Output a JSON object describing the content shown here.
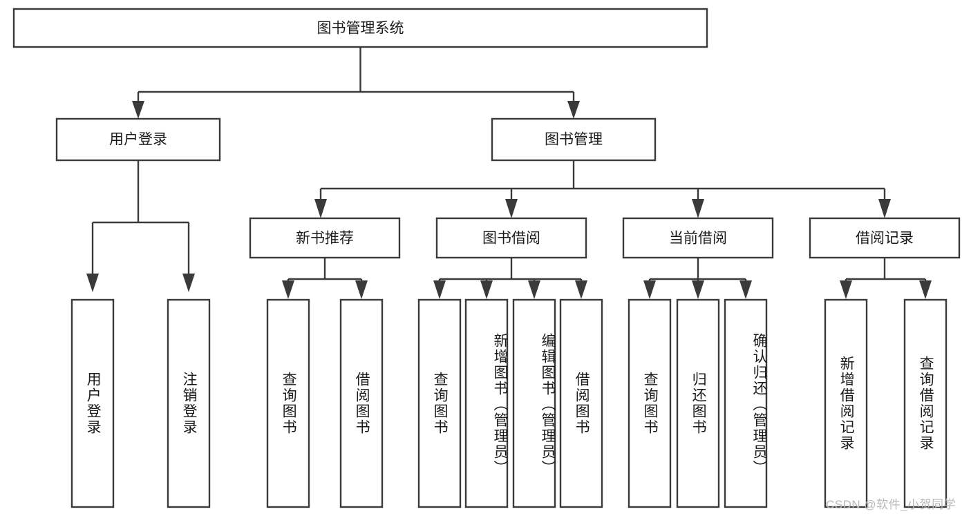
{
  "diagram": {
    "type": "tree",
    "title": "图书管理系统",
    "watermark": "CSDN @软件_小贺同学",
    "colors": {
      "stroke": "#3a3a3a",
      "box_fill": "#ffffff",
      "text": "#1b1b1b",
      "background": "#ffffff",
      "watermark": "#b9b9b9"
    },
    "root": {
      "label": "图书管理系统",
      "orientation": "horizontal"
    },
    "level2": [
      {
        "label": "用户登录",
        "orientation": "horizontal"
      },
      {
        "label": "图书管理",
        "orientation": "horizontal"
      }
    ],
    "level3": [
      {
        "label": "新书推荐",
        "orientation": "horizontal",
        "parent": "图书管理"
      },
      {
        "label": "图书借阅",
        "orientation": "horizontal",
        "parent": "图书管理"
      },
      {
        "label": "当前借阅",
        "orientation": "horizontal",
        "parent": "图书管理"
      },
      {
        "label": "借阅记录",
        "orientation": "horizontal",
        "parent": "图书管理"
      }
    ],
    "leaves": {
      "user_login": [
        {
          "label": "用户登录",
          "orientation": "vertical"
        },
        {
          "label": "注销登录",
          "orientation": "vertical"
        }
      ],
      "new_book_recommend": [
        {
          "label": "查询图书",
          "orientation": "vertical"
        },
        {
          "label": "借阅图书",
          "orientation": "vertical"
        }
      ],
      "book_borrow": [
        {
          "label": "查询图书",
          "orientation": "vertical"
        },
        {
          "label": "新增图书（管理员）",
          "orientation": "vertical"
        },
        {
          "label": "编辑图书（管理员）",
          "orientation": "vertical"
        },
        {
          "label": "借阅图书",
          "orientation": "vertical"
        }
      ],
      "current_borrow": [
        {
          "label": "查询图书",
          "orientation": "vertical"
        },
        {
          "label": "归还图书",
          "orientation": "vertical"
        },
        {
          "label": "确认归还（管理员）",
          "orientation": "vertical"
        }
      ],
      "borrow_record": [
        {
          "label": "新增借阅记录",
          "orientation": "vertical"
        },
        {
          "label": "查询借阅记录",
          "orientation": "vertical"
        }
      ]
    }
  }
}
